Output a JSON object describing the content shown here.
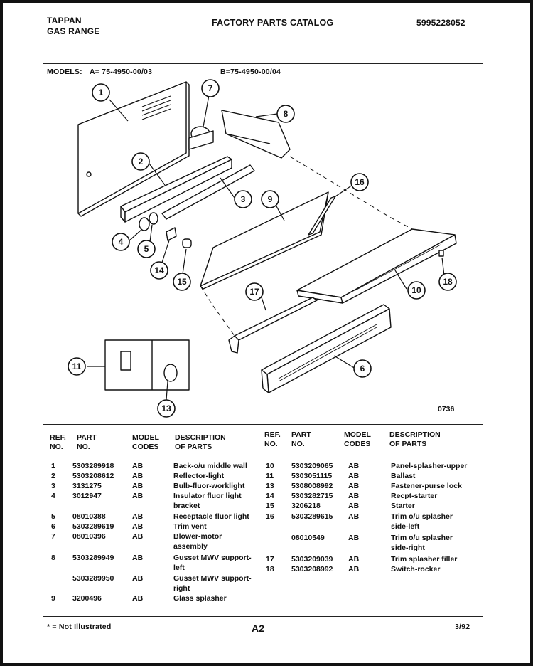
{
  "header": {
    "brand": "TAPPAN",
    "product": "GAS RANGE",
    "catalog_title": "FACTORY PARTS CATALOG",
    "catalog_number": "5995228052"
  },
  "models": {
    "label": "MODELS:",
    "a": "A= 75-4950-00/03",
    "b": "B=75-4950-00/04"
  },
  "diagram": {
    "code": "0736",
    "callouts": [
      "1",
      "2",
      "3",
      "4",
      "5",
      "6",
      "7",
      "8",
      "9",
      "10",
      "11",
      "13",
      "14",
      "15",
      "16",
      "17",
      "18"
    ]
  },
  "table": {
    "headers": {
      "ref": "REF.",
      "ref2": "NO.",
      "part": "PART",
      "part2": "NO.",
      "model": "MODEL",
      "model2": "CODES",
      "desc": "DESCRIPTION",
      "desc2": "OF PARTS"
    },
    "left": [
      {
        "ref": "1",
        "part": "5303289918",
        "code": "AB",
        "desc": "Back-o/u middle wall"
      },
      {
        "ref": "2",
        "part": "5303208612",
        "code": "AB",
        "desc": "Reflector-light"
      },
      {
        "ref": "3",
        "part": "3131275",
        "code": "AB",
        "desc": "Bulb-fluor-worklight"
      },
      {
        "ref": "4",
        "part": "3012947",
        "code": "AB",
        "desc": "Insulator fluor light"
      },
      {
        "ref": "",
        "part": "",
        "code": "",
        "desc": "bracket"
      },
      {
        "ref": "5",
        "part": "08010388",
        "code": "AB",
        "desc": "Receptacle fluor light"
      },
      {
        "ref": "6",
        "part": "5303289619",
        "code": "AB",
        "desc": "Trim vent"
      },
      {
        "ref": "7",
        "part": "08010396",
        "code": "AB",
        "desc": "Blower-motor"
      },
      {
        "ref": "",
        "part": "",
        "code": "",
        "desc": "assembly"
      },
      {
        "ref": "8",
        "part": "5303289949",
        "code": "AB",
        "desc": "Gusset MWV support-"
      },
      {
        "ref": "",
        "part": "",
        "code": "",
        "desc": "left"
      },
      {
        "ref": "",
        "part": "5303289950",
        "code": "AB",
        "desc": "Gusset MWV support-"
      },
      {
        "ref": "",
        "part": "",
        "code": "",
        "desc": "right"
      },
      {
        "ref": "9",
        "part": "3200496",
        "code": "AB",
        "desc": "Glass splasher"
      }
    ],
    "right": [
      {
        "ref": "10",
        "part": "5303209065",
        "code": "AB",
        "desc": "Panel-splasher-upper"
      },
      {
        "ref": "11",
        "part": "5303051115",
        "code": "AB",
        "desc": "Ballast"
      },
      {
        "ref": "13",
        "part": "5308008992",
        "code": "AB",
        "desc": "Fastener-purse lock"
      },
      {
        "ref": "14",
        "part": "5303282715",
        "code": "AB",
        "desc": "Recpt-starter"
      },
      {
        "ref": "15",
        "part": "3206218",
        "code": "AB",
        "desc": "Starter"
      },
      {
        "ref": "16",
        "part": "5303289615",
        "code": "AB",
        "desc": "Trim o/u splasher"
      },
      {
        "ref": "",
        "part": "",
        "code": "",
        "desc": "side-left"
      },
      {
        "ref": "",
        "part": "08010549",
        "code": "AB",
        "desc": "Trim o/u splasher"
      },
      {
        "ref": "",
        "part": "",
        "code": "",
        "desc": "side-right"
      },
      {
        "ref": "17",
        "part": "5303209039",
        "code": "AB",
        "desc": "Trim splasher filler"
      },
      {
        "ref": "18",
        "part": "5303208992",
        "code": "AB",
        "desc": "Switch-rocker"
      }
    ]
  },
  "footer": {
    "note": "* = Not Illustrated",
    "page": "A2",
    "date": "3/92"
  }
}
